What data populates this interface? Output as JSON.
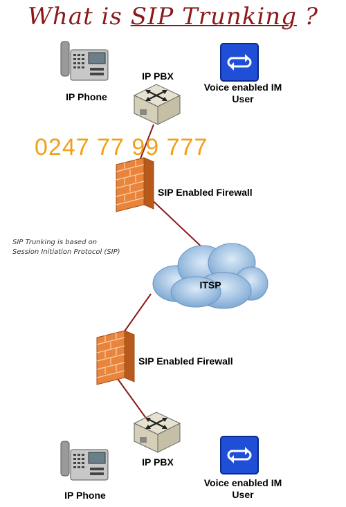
{
  "title": {
    "pre": "What is ",
    "underlined": "SIP Trunking",
    "post": " ?"
  },
  "phone_number": "0247 77 99 777",
  "note": {
    "line1": "SIP Trunking is based on",
    "line2": "Session Initiation Protocol (SIP)"
  },
  "top": {
    "ip_phone": "IP Phone",
    "ip_pbx": "IP PBX",
    "im_user_line1": "Voice enabled IM",
    "im_user_line2": "User",
    "firewall": "SIP Enabled Firewall"
  },
  "cloud": {
    "label": "ITSP"
  },
  "bottom": {
    "firewall": "SIP Enabled Firewall",
    "ip_pbx": "IP PBX",
    "ip_phone": "IP Phone",
    "im_user_line1": "Voice enabled IM",
    "im_user_line2": "User"
  },
  "colors": {
    "title": "#8a1a1a",
    "phone_number": "#f0a018",
    "connector": "#8b1a1a",
    "firewall": "#e8843c",
    "im_icon": "#1f4fd6",
    "cloud": "#8fb8de"
  },
  "icons": [
    "desk-phone-icon",
    "router-icon",
    "im-chat-icon",
    "firewall-icon",
    "cloud-icon"
  ]
}
